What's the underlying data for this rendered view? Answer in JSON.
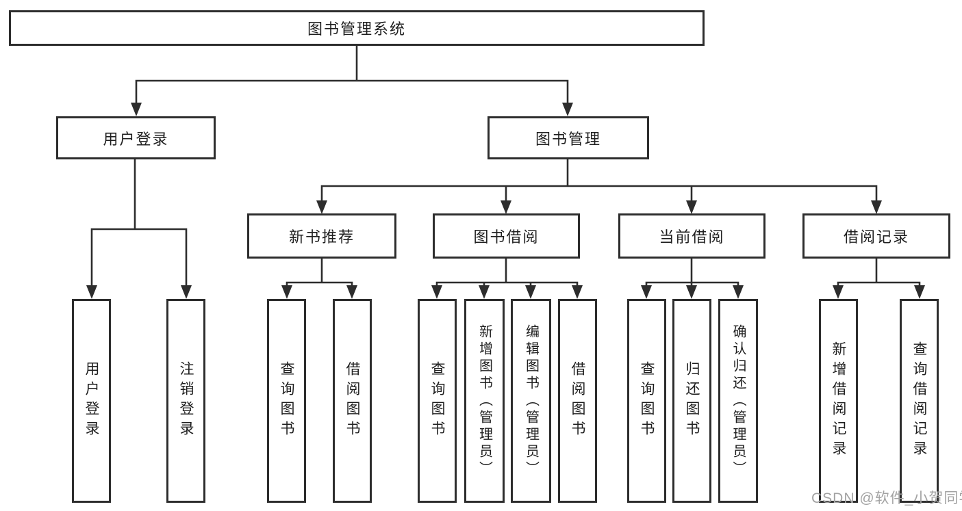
{
  "diagram": {
    "root_label": "图书管理系统",
    "branches": [
      {
        "label": "用户登录",
        "children": [
          "用户登录",
          "注销登录"
        ]
      },
      {
        "label": "图书管理",
        "groups": [
          {
            "label": "新书推荐",
            "children": [
              "查询图书",
              "借阅图书"
            ]
          },
          {
            "label": "图书借阅",
            "children": [
              "查询图书",
              "新增图书（管理员）",
              "编辑图书（管理员）",
              "借阅图书"
            ]
          },
          {
            "label": "当前借阅",
            "children": [
              "查询图书",
              "归还图书",
              "确认归还（管理员）"
            ]
          },
          {
            "label": "借阅记录",
            "children": [
              "新增借阅记录",
              "查询借阅记录"
            ]
          }
        ]
      }
    ]
  },
  "watermark": "CSDN @软件_小贺同学",
  "colors": {
    "line": "#2d2d2d",
    "box_border": "#2d2d2d",
    "text": "#1f1f1f",
    "watermark": "#a3a3a3",
    "background": "#ffffff"
  }
}
